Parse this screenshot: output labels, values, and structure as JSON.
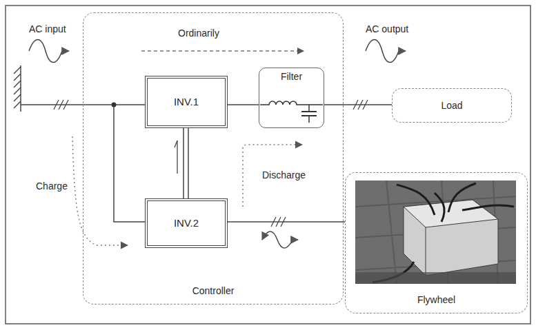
{
  "diagram": {
    "nodes": [
      {
        "text": [
          "Controller"
        ]
      },
      {
        "text": [
          "INV.1"
        ],
        "in": 0
      },
      {
        "text": [
          "Filter"
        ],
        "in": 0
      },
      {
        "text": [
          "INV.2"
        ],
        "in": 0
      },
      {
        "text": [
          "Load"
        ]
      },
      {
        "text": [
          "Flywheel"
        ]
      }
    ],
    "edges": [
      {
        "from": 1,
        "to": 2,
        "arrow": "none"
      },
      {
        "from": 2,
        "to": 4,
        "arrow": "none"
      },
      {
        "from": 1,
        "to": 3,
        "arrow": "none"
      },
      {
        "from": 3,
        "to": 5,
        "arrow": "none"
      }
    ],
    "labels": [
      "AC input",
      "Ordinarily",
      "AC output",
      "Charge",
      "Discharge"
    ]
  }
}
